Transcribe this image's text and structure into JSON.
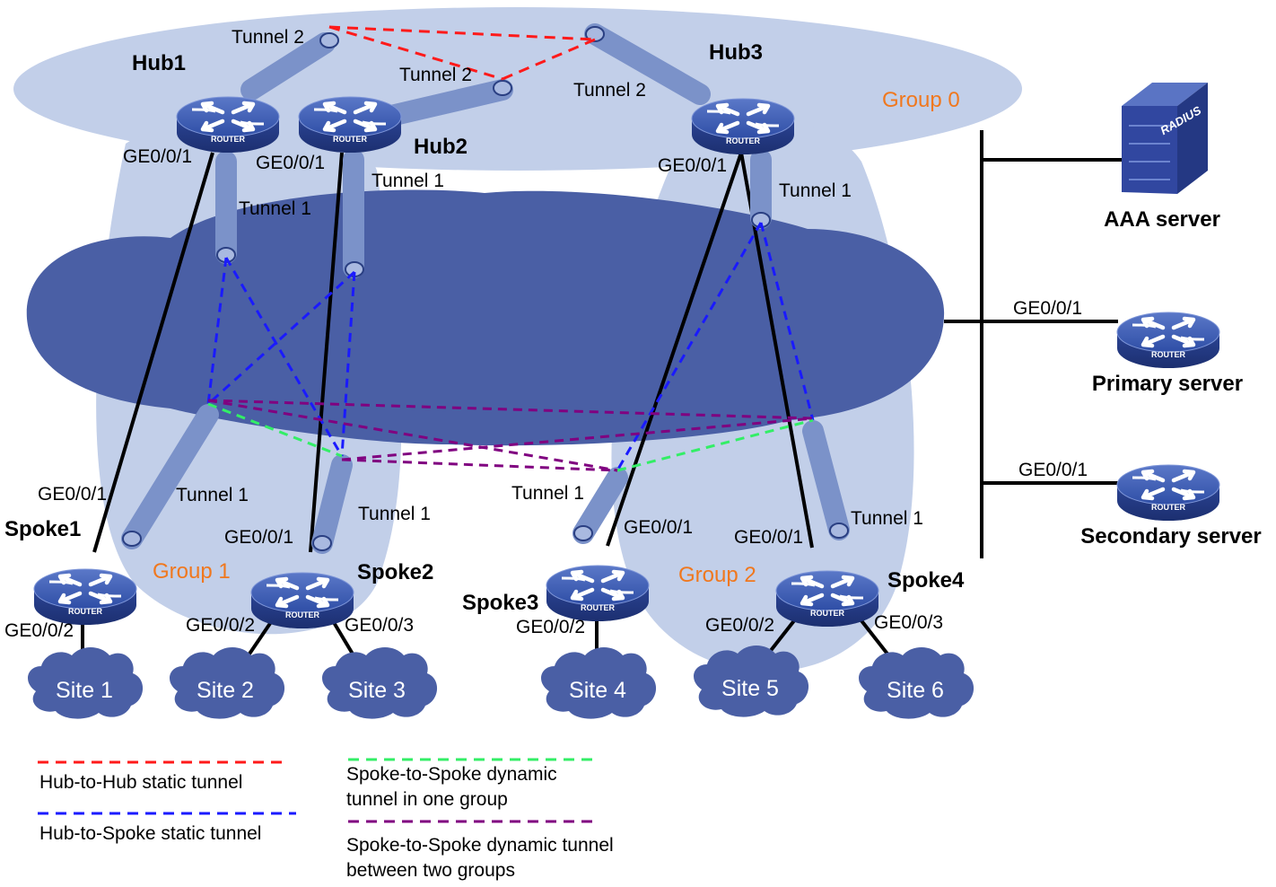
{
  "hubs": [
    {
      "id": "hub1",
      "name": "Hub1",
      "port": "GE0/0/1"
    },
    {
      "id": "hub2",
      "name": "Hub2",
      "port": "GE0/0/1"
    },
    {
      "id": "hub3",
      "name": "Hub3",
      "port": "GE0/0/1"
    }
  ],
  "spokes": [
    {
      "id": "spoke1",
      "name": "Spoke1",
      "uplink": "GE0/0/1",
      "ports": [
        "GE0/0/2"
      ]
    },
    {
      "id": "spoke2",
      "name": "Spoke2",
      "uplink": "GE0/0/1",
      "ports": [
        "GE0/0/2",
        "GE0/0/3"
      ]
    },
    {
      "id": "spoke3",
      "name": "Spoke3",
      "uplink": "GE0/0/1",
      "ports": [
        "GE0/0/2"
      ]
    },
    {
      "id": "spoke4",
      "name": "Spoke4",
      "uplink": "GE0/0/1",
      "ports": [
        "GE0/0/2",
        "GE0/0/3"
      ]
    }
  ],
  "tunnels": {
    "t1": "Tunnel 1",
    "t2": "Tunnel 2"
  },
  "groups": [
    "Group 0",
    "Group 1",
    "Group 2"
  ],
  "sites": [
    "Site 1",
    "Site 2",
    "Site 3",
    "Site 4",
    "Site 5",
    "Site 6"
  ],
  "router_badge": "ROUTER",
  "servers": {
    "aaa": {
      "name": "AAA server",
      "badge": "RADIUS"
    },
    "primary": {
      "name": "Primary server",
      "port": "GE0/0/1"
    },
    "secondary": {
      "name": "Secondary server",
      "port": "GE0/0/1"
    }
  },
  "legend": [
    {
      "key": "hub-hub",
      "color": "#ff1a1a",
      "lines": [
        "Hub-to-Hub  static tunnel"
      ]
    },
    {
      "key": "hub-spoke",
      "color": "#1a1aff",
      "lines": [
        "Hub-to-Spoke  static tunnel"
      ]
    },
    {
      "key": "spoke-spoke-same",
      "color": "#33ee66",
      "lines": [
        "Spoke-to-Spoke  dynamic",
        "tunnel in one group"
      ]
    },
    {
      "key": "spoke-spoke-cross",
      "color": "#800080",
      "lines": [
        "Spoke-to-Spoke  dynamic tunnel",
        "between two groups"
      ]
    }
  ]
}
